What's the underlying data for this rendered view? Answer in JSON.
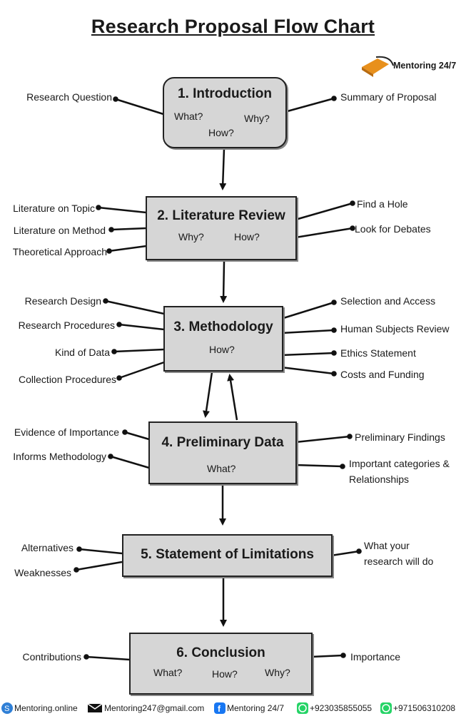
{
  "title": "Research Proposal Flow Chart",
  "brand": {
    "name": "Mentoring 24/7"
  },
  "boxes": [
    {
      "title": "1. Introduction",
      "subs": [
        "What?",
        "Why?",
        "How?"
      ]
    },
    {
      "title": "2. Literature Review",
      "subs": [
        "Why?",
        "How?"
      ]
    },
    {
      "title": "3. Methodology",
      "subs": [
        "How?"
      ]
    },
    {
      "title": "4. Preliminary Data",
      "subs": [
        "What?"
      ]
    },
    {
      "title": "5. Statement of Limitations",
      "subs": []
    },
    {
      "title": "6. Conclusion",
      "subs": [
        "What?",
        "How?",
        "Why?"
      ]
    }
  ],
  "labels": {
    "intro_left": [
      "Research Question"
    ],
    "intro_right": [
      "Summary of Proposal"
    ],
    "lit_left": [
      "Literature on Topic",
      "Literature on Method",
      "Theoretical Approach"
    ],
    "lit_right": [
      "Find a Hole",
      "Look for Debates"
    ],
    "meth_left": [
      "Research Design",
      "Research Procedures",
      "Kind of Data",
      "Collection Procedures"
    ],
    "meth_right": [
      "Selection and Access",
      "Human Subjects Review",
      "Ethics Statement",
      "Costs and Funding"
    ],
    "prelim_left": [
      "Evidence of Importance",
      "Informs Methodology"
    ],
    "prelim_right": [
      "Preliminary Findings",
      "Important categories &",
      "Relationships"
    ],
    "limit_left": [
      "Alternatives",
      "Weaknesses"
    ],
    "limit_right": [
      "What your",
      "research will do"
    ],
    "concl_left": [
      "Contributions"
    ],
    "concl_right": [
      "Importance"
    ]
  },
  "footer": {
    "website": "Mentoring.online",
    "email": "Mentoring247@gmail.com",
    "facebook": "Mentoring 24/7",
    "phone1": "+923035855055",
    "phone2": "+971506310208"
  },
  "colors": {
    "box_fill": "#d6d6d6",
    "logo_orange": "#e8901c",
    "whatsapp_green": "#25d366",
    "facebook_blue": "#1877f2",
    "web_blue": "#2f7fd6"
  }
}
